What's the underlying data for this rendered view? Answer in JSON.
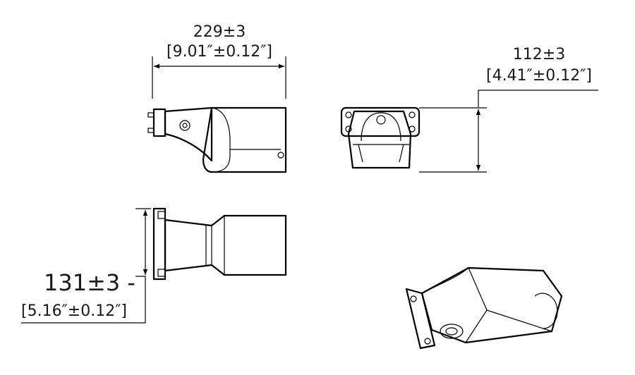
{
  "dimensions": {
    "length": {
      "metric": "229±3",
      "imperial": "[9.01″±0.12″]"
    },
    "height": {
      "metric": "112±3",
      "imperial": "[4.41″±0.12″]"
    },
    "width": {
      "metric": "131±3 -",
      "imperial": "[5.16″±0.12″]"
    }
  },
  "colors": {
    "line": "#000000",
    "background": "#ffffff"
  }
}
